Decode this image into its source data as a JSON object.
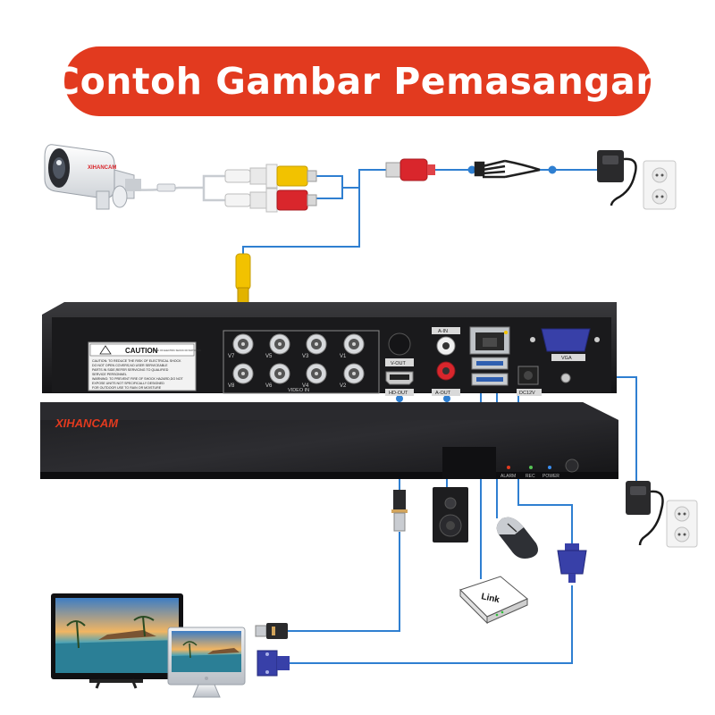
{
  "title": "Contoh Gambar Pemasangan",
  "dvr": {
    "brand": "XIHANCAM",
    "caution_heading": "CAUTION",
    "caution_sub": "RISK OF ELECTRIC SHOCK DO NOT OPEN",
    "caution_lines": [
      "CAUTION: TO REDUCE THE RISK OF ELECTRICAL SHOCK",
      "DO NOT OPEN COVERS,NO USER SERVICEABLE",
      "PARTS IN SIDE,REFER SERVICING TO QUALIFIED",
      "SERVICE PERSONNEL",
      "WARNING: TO PREVENT FIRE OF SHOCK HAZARD,DO NOT",
      "EXPOSE UNITS NOT SPECIFICALLY DESIGNED",
      "FOR OUTDOOR USE TO RAIN OR MOISTURE"
    ],
    "video_in_label": "VIDEO IN",
    "channels_top": [
      "V7",
      "V5",
      "V3",
      "V1"
    ],
    "channels_bottom": [
      "V8",
      "V6",
      "V4",
      "V2"
    ],
    "v_out_label": "V-OUT",
    "hd_out_label": "HD-OUT",
    "a_in_label": "A-IN",
    "a_out_label": "A-OUT",
    "vga_label": "VGA",
    "dc_label": "DC12V",
    "led_labels": [
      "ALARM",
      "REC",
      "POWER"
    ]
  },
  "router_label": "Link",
  "colors": {
    "title_bg": "#e23a1f",
    "wire": "#2f7fd1",
    "dvr_body": "#1c1c1e",
    "rca_red": "#d9262c",
    "rca_yellow": "#f2c200",
    "vga_blue": "#3840a8"
  },
  "icons": [
    "bullet-camera-icon",
    "power-adapter-icon",
    "wall-socket-icon",
    "bnc-connector-icon",
    "power-splitter-icon",
    "hdmi-plug-icon",
    "speaker-icon",
    "mouse-icon",
    "router-icon",
    "vga-plug-icon",
    "tv-monitor-icon",
    "computer-monitor-icon"
  ]
}
